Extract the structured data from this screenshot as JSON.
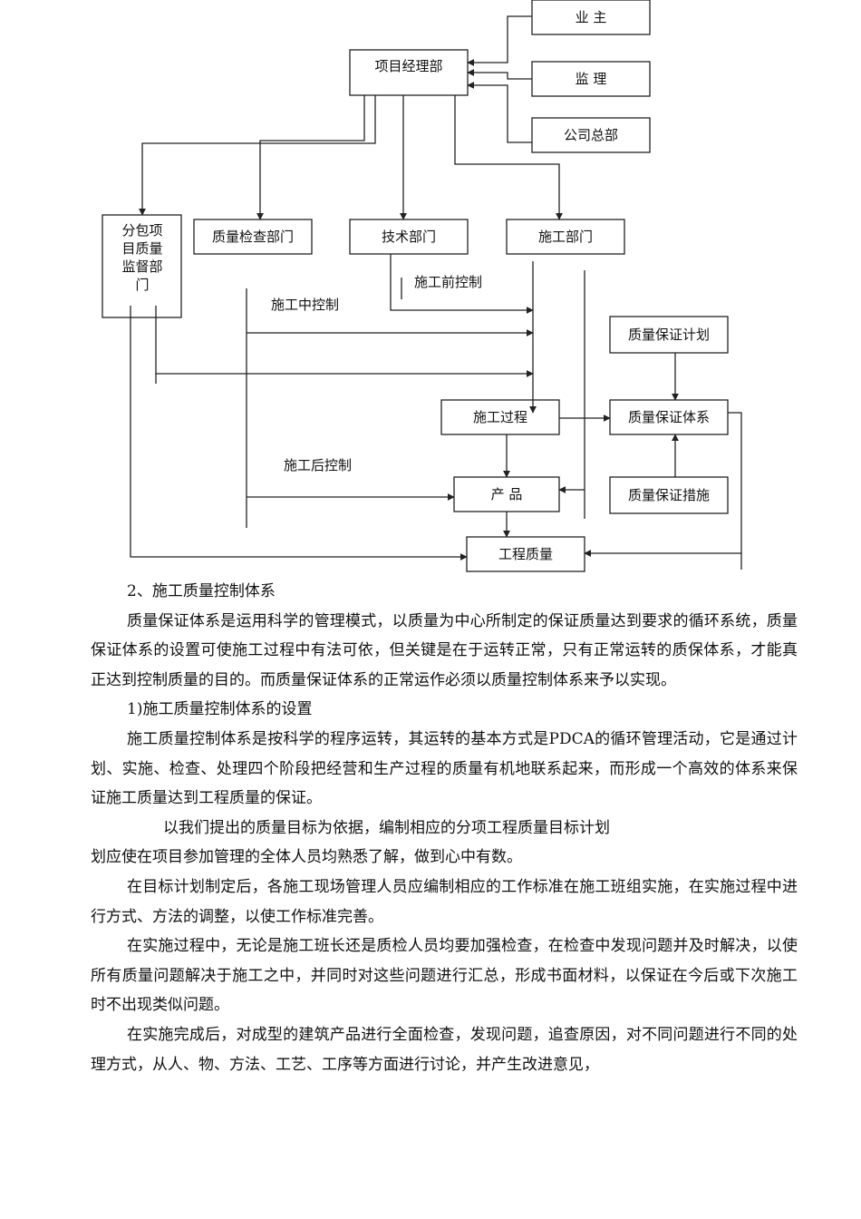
{
  "diagram": {
    "owner": "业 主",
    "project_dept": "项目经理部",
    "supervisor": "监 理",
    "hq": "公司总部",
    "sub_dept_lines": [
      "分包项",
      "目质量",
      "监督部",
      "门"
    ],
    "quality_check": "质量检查部门",
    "tech": "技术部门",
    "construction_dept": "施工部门",
    "pre_control": "施工前控制",
    "mid_control": "施工中控制",
    "post_control": "施工后控制",
    "qa_plan": "质量保证计划",
    "process": "施工过程",
    "qa_system": "质量保证体系",
    "product": "产 品",
    "qa_measures": "质量保证措施",
    "project_quality": "工程质量"
  },
  "doc": {
    "section_title": "2、施工质量控制体系",
    "para1": "质量保证体系是运用科学的管理模式，以质量为中心所制定的保证质量达到要求的循环系统，质量保证体系的设置可使施工过程中有法可依，但关键是在于运转正常，只有正常运转的质保体系，才能真正达到控制质量的目的。而质量保证体系的正常运作必须以质量控制体系来予以实现。",
    "subheading": "1)施工质量控制体系的设置",
    "para2": "施工质量控制体系是按科学的程序运转，其运转的基本方式是PDCA的循环管理活动，它是通过计划、实施、检查、处理四个阶段把经营和生产过程的质量有机地联系起来，而形成一个高效的体系来保证施工质量达到工程质量的保证。",
    "para3_line1": "以我们提出的质量目标为依据，编制相应的分项工程质量目标计划",
    "para3_line2": "划应使在项目参加管理的全体人员均熟悉了解，做到心中有数。",
    "para4": "在目标计划制定后，各施工现场管理人员应编制相应的工作标准在施工班组实施，在实施过程中进行方式、方法的调整，以使工作标准完善。",
    "para5": "在实施过程中，无论是施工班长还是质检人员均要加强检查，在检查中发现问题并及时解决，以使所有质量问题解决于施工之中，并同时对这些问题进行汇总，形成书面材料，以保证在今后或下次施工时不出现类似问题。",
    "para6": "在实施完成后，对成型的建筑产品进行全面检查，发现问题，追查原因，对不同问题进行不同的处理方式，从人、物、方法、工艺、工序等方面进行讨论，并产生改进意见，"
  }
}
